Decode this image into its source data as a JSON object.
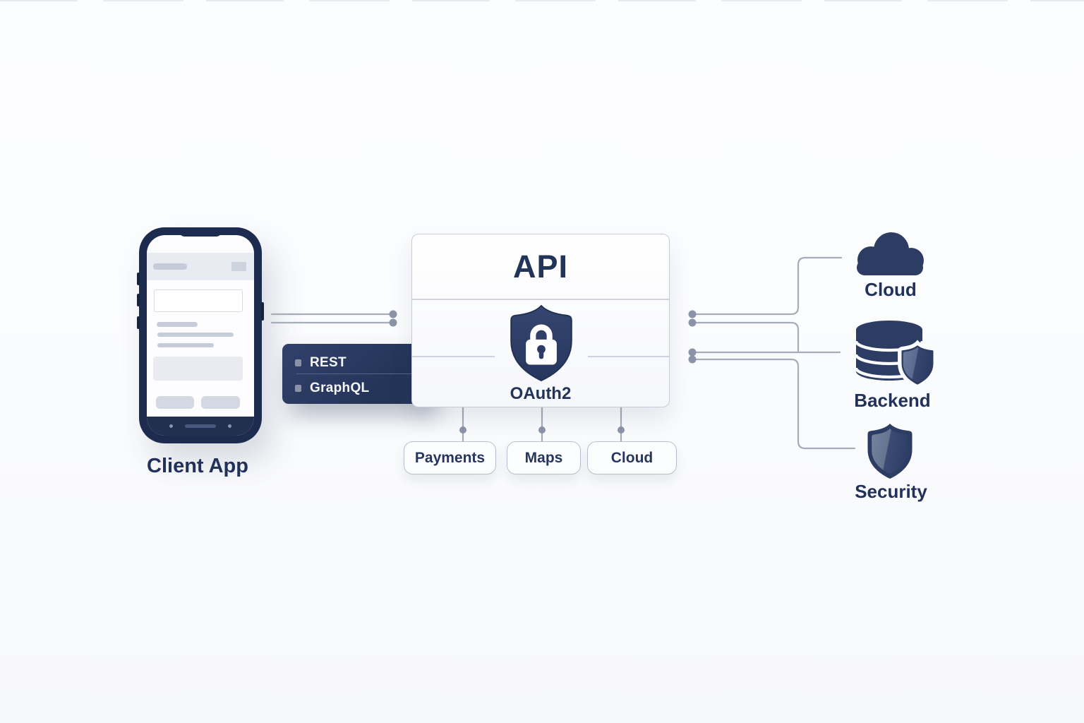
{
  "title": "API integration diagram",
  "colors": {
    "background": "#fbfcfe",
    "navy_text": "#213159",
    "icon_navy": "#2d3c63",
    "panel_navy": "#243459",
    "connector_line": "#a6acb8",
    "connector_dot": "#8b94a6",
    "chip_border": "#b9bfce"
  },
  "client": {
    "label": "Client App",
    "icon": "smartphone-icon"
  },
  "protocols": {
    "items": [
      {
        "label": "REST"
      },
      {
        "label": "GraphQL"
      }
    ]
  },
  "api": {
    "title": "API",
    "auth": "OAuth2",
    "icon": "shield-lock-icon"
  },
  "services": [
    {
      "label": "Payments"
    },
    {
      "label": "Maps"
    },
    {
      "label": "Cloud"
    }
  ],
  "destinations": [
    {
      "label": "Cloud",
      "icon": "cloud-icon"
    },
    {
      "label": "Backend",
      "icon": "database-shield-icon"
    },
    {
      "label": "Security",
      "icon": "shield-icon"
    }
  ]
}
